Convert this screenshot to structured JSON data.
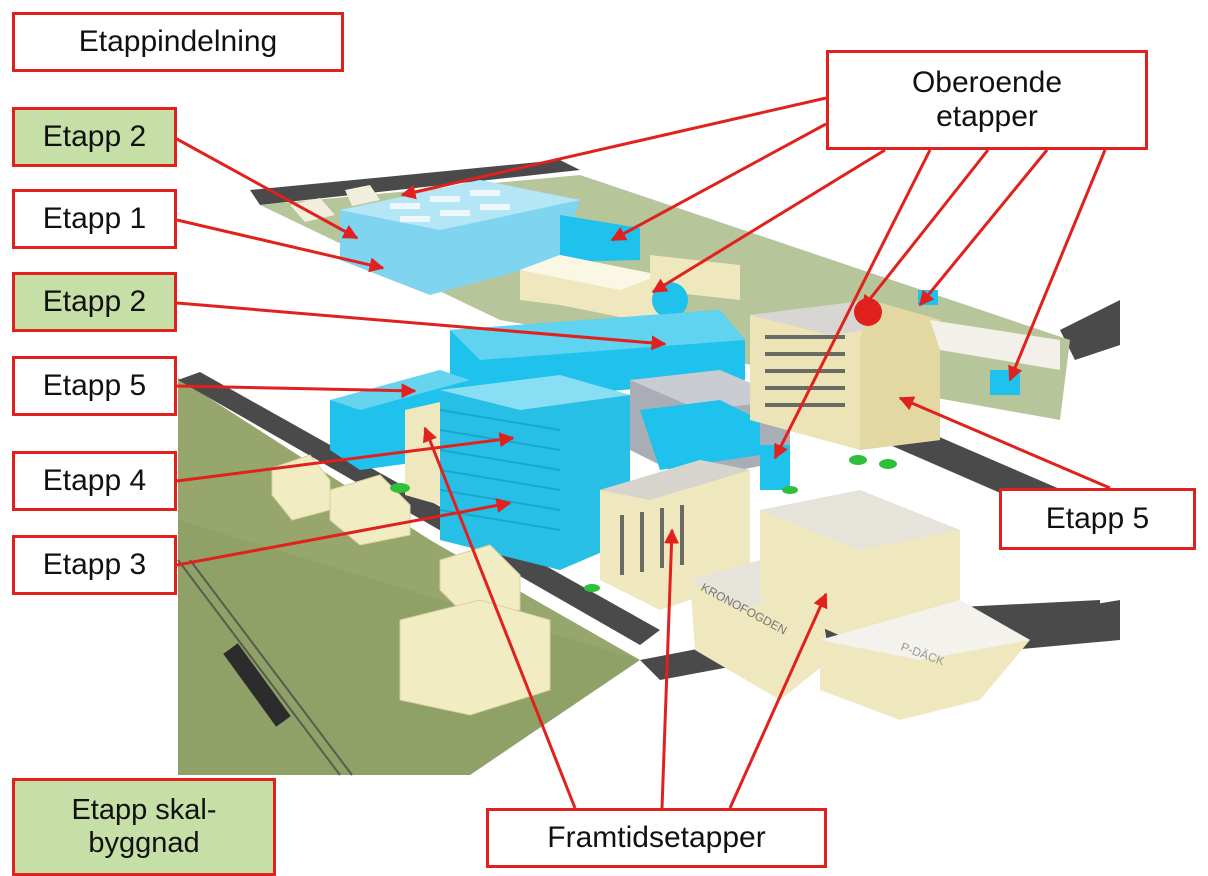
{
  "labels": {
    "title": "Etappindelning",
    "oberoende": "Oberoende\netapper",
    "etapp2_top": "Etapp 2",
    "etapp1": "Etapp 1",
    "etapp2_mid": "Etapp 2",
    "etapp5_left": "Etapp 5",
    "etapp4": "Etapp 4",
    "etapp3": "Etapp 3",
    "etapp5_right": "Etapp 5",
    "framtid": "Framtidsetapper",
    "skal": "Etapp skal-\nbyggnad"
  },
  "sign_text": {
    "kronofogden": "KRONOFOGDEN",
    "pdack": "P-DÄCK"
  },
  "colors": {
    "accent_red": "#e0211d",
    "legend_green": "#c6dfa6",
    "stage_blue": "#1fc2ec",
    "existing_beige": "#efe8bf",
    "grass": "#8fa166"
  }
}
